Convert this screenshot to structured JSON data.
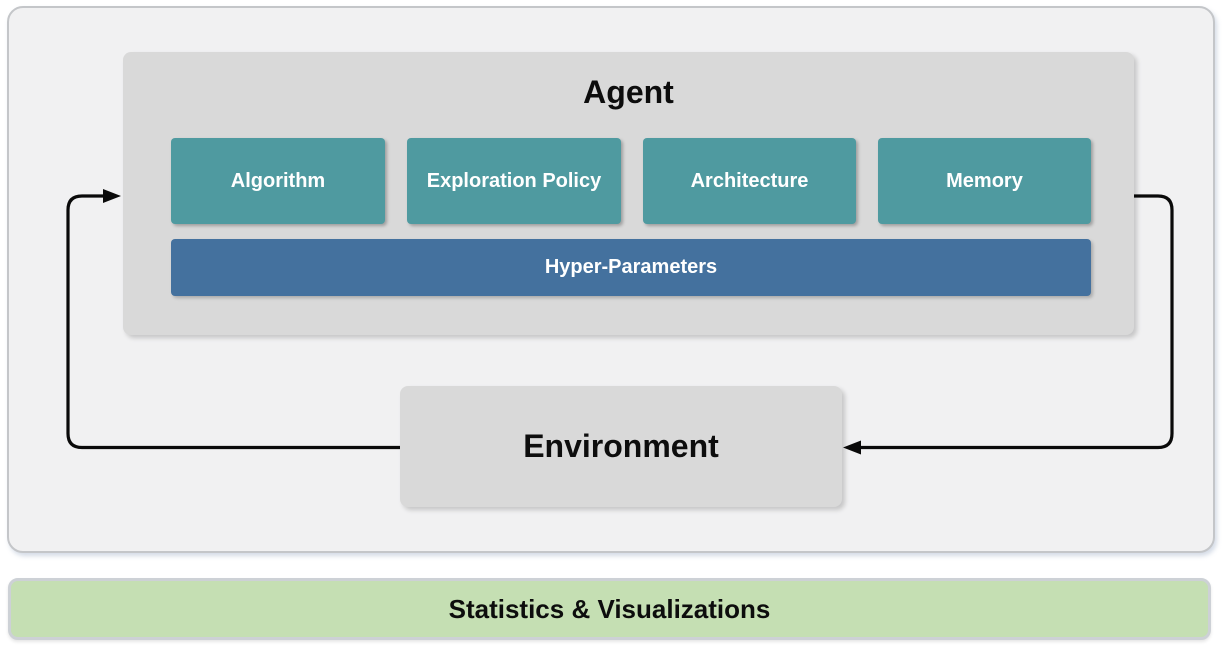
{
  "agent": {
    "title": "Agent",
    "components": [
      "Algorithm",
      "Exploration Policy",
      "Architecture",
      "Memory"
    ],
    "hyper_parameters_label": "Hyper-Parameters"
  },
  "environment": {
    "title": "Environment"
  },
  "statistics_bar": {
    "label": "Statistics & Visualizations"
  },
  "colors": {
    "component-teal": "#4f9aa0",
    "hyper-blue": "#44719e",
    "panel-gray": "#d9d9d9",
    "outer-bg": "#f1f1f2",
    "stats-green": "#c5dfb3",
    "arrow-black": "#0a0a0a"
  }
}
